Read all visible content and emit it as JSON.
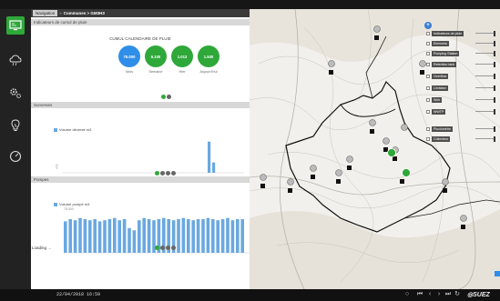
{
  "breadcrumb": {
    "nav": "Navigation",
    "separator": "»",
    "current": "Communes > GM3H3"
  },
  "sections": {
    "rain": {
      "title": "Indicateurs de cumul de pluie",
      "cumul_title": "CUMUL CALENDAIRE DE PLUIE",
      "circles": [
        {
          "value": "75.000",
          "label": "Mois",
          "color": "#2f8ee8"
        },
        {
          "value": "6.100",
          "label": "Semaine",
          "color": "#2fa83a"
        },
        {
          "value": "1.013",
          "label": "Hier",
          "color": "#2fa83a"
        },
        {
          "value": "1.500",
          "label": "Aujourd'hui",
          "color": "#2fa83a"
        }
      ]
    },
    "overflow": {
      "title": "Surverses",
      "legend": "Volume déversé m3",
      "yaxis": "m3"
    },
    "pumping": {
      "title": "Pompes",
      "legend": "Volume pompé m3",
      "ytick": "75.000"
    }
  },
  "pumping_chart": {
    "type": "bar",
    "values": [
      28,
      30,
      29,
      31,
      30,
      29,
      30,
      28,
      29,
      30,
      31,
      29,
      30,
      22,
      20,
      29,
      31,
      30,
      29,
      30,
      31,
      30,
      29,
      30,
      31,
      30,
      29,
      30,
      30,
      31,
      30,
      29,
      30,
      31,
      29,
      30,
      30
    ],
    "ymax": 34
  },
  "overflow_chart": {
    "type": "bar",
    "values": [
      0,
      0,
      0,
      0,
      0,
      0,
      0,
      0,
      0,
      0,
      0,
      0,
      0,
      0,
      0,
      0,
      0,
      0,
      0,
      0,
      0,
      0,
      0,
      0,
      0,
      0,
      0,
      0,
      0,
      0,
      0,
      0,
      12,
      4,
      0,
      0,
      0,
      0,
      0,
      0
    ],
    "ymax": 14
  },
  "status": {
    "loading": "Loading ..."
  },
  "bottom": {
    "datetime": "22/04/2018 16:59"
  },
  "map": {
    "zoom_label": "+",
    "layers": [
      {
        "label": "Indicateurs de pluie",
        "checked": true
      },
      {
        "label": "Elements",
        "checked": true
      },
      {
        "label": "Pumping Station",
        "checked": true
      },
      {
        "label": "Retention tank",
        "checked": true
      },
      {
        "label": "Overflow",
        "checked": true
      },
      {
        "label": "Limitator",
        "checked": true
      },
      {
        "label": "Weir",
        "checked": true
      },
      {
        "label": "WWTP",
        "checked": true
      },
      {
        "label": "Pluviomètre",
        "checked": true
      },
      {
        "label": "Collecteur",
        "checked": true
      }
    ]
  },
  "colors": {
    "accent_green": "#2fa83a",
    "accent_blue": "#2f8ee8",
    "bar_blue": "#6aa8e0",
    "sidebar": "#222222"
  },
  "icons": {
    "sidebar": [
      "monitor-icon",
      "cloud-rain-icon",
      "gears-icon",
      "bulb-icon",
      "gauge-icon"
    ]
  }
}
